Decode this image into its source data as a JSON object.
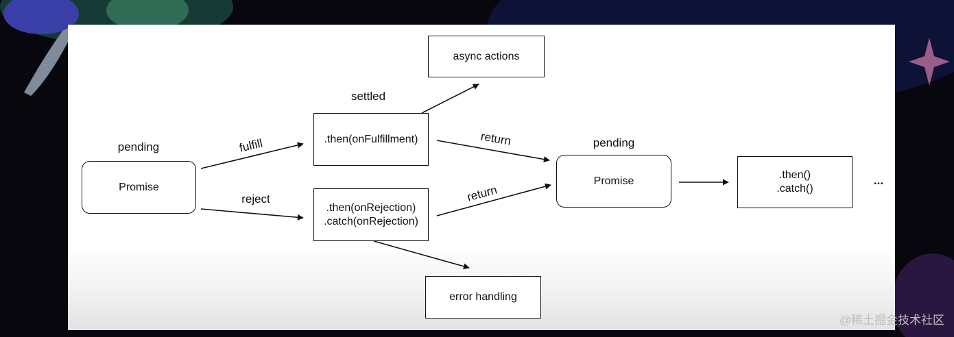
{
  "diagram": {
    "nodes": {
      "promise_initial": "Promise",
      "then_fulfillment": ".then(onFulfillment)",
      "then_catch_rejection": ".then(onRejection)\n.catch(onRejection)",
      "async_actions": "async actions",
      "error_handling": "error handling",
      "promise_next": "Promise",
      "then_catch_next": ".then()\n.catch()"
    },
    "labels": {
      "pending_initial": "pending",
      "settled": "settled",
      "fulfill": "fulfill",
      "reject": "reject",
      "return_fulfilled": "return",
      "return_rejected": "return",
      "pending_next": "pending",
      "ellipsis": "..."
    }
  },
  "watermark": "@稀土掘金技术社区",
  "colors": {
    "background": "#07070d",
    "panel": "#ffffff",
    "stroke": "#111111"
  }
}
